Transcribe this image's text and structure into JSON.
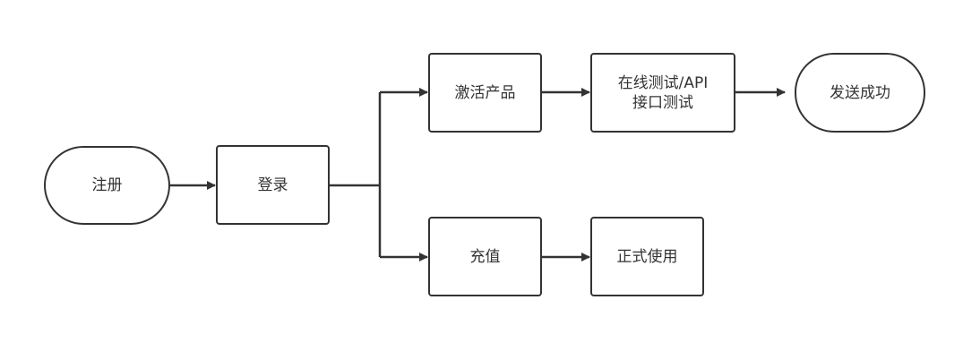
{
  "diagram": {
    "nodes": {
      "register": "注册",
      "login": "登录",
      "activate": "激活产品",
      "online_test": "在线测试/API\n接口测试",
      "send_success": "发送成功",
      "recharge": "充值",
      "formal_use": "正式使用"
    },
    "colors": {
      "stroke": "#333333",
      "fill": "#ffffff",
      "text": "#333333"
    }
  }
}
